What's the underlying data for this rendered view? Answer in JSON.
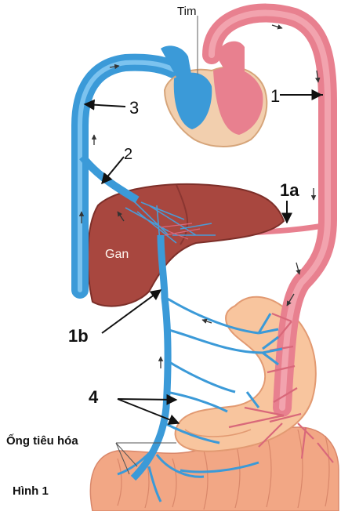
{
  "figure": {
    "caption": "Hình 1",
    "labels": {
      "heart": "Tim",
      "artery": "1",
      "branch_1a": "1a",
      "vessel_2": "2",
      "vein_3": "3",
      "liver": "Gan",
      "branch_1b": "1b",
      "capillaries_4": "4",
      "digestive_tract": "Ống tiêu hóa"
    }
  },
  "colors": {
    "artery": "#e8808f",
    "vein": "#3b9ad8",
    "liver": "#a8473f",
    "gut": "#f6b893",
    "heart_base": "#f2cfae"
  }
}
